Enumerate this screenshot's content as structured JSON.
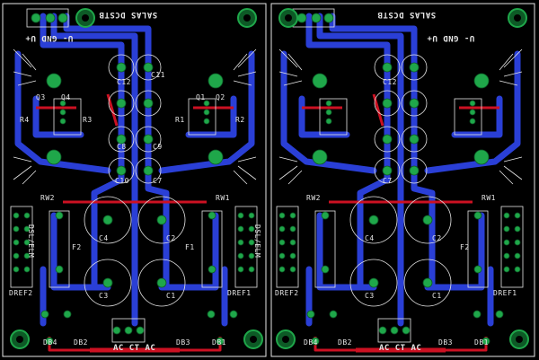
{
  "board": {
    "header_left": {
      "pins": "U- GND U+",
      "silk": "SALAS DCSTB"
    },
    "header_right": {
      "pins": "U- GND U+",
      "silk": "SALAS DCSTB"
    },
    "ac_label_left": "AC CT AC",
    "ac_label_right": "AC CT AC"
  },
  "components": {
    "caps_top": [
      "C12",
      "C11"
    ],
    "caps_mid": [
      "C8",
      "C9"
    ],
    "caps_low": [
      "C10",
      "C7"
    ],
    "big_caps": [
      "C4",
      "C2",
      "C3",
      "C1"
    ],
    "q_left": [
      "Q3",
      "Q4"
    ],
    "q_right": [
      "Q1",
      "Q2"
    ],
    "r_left": [
      "R4",
      "R3"
    ],
    "r_right": [
      "R1",
      "R2"
    ],
    "rw": [
      "RW2",
      "RW1"
    ],
    "fuses": [
      "F2",
      "F1"
    ],
    "conn_left": "DSL/ELM",
    "conn_right": "DSL/ELM",
    "dref": [
      "DREF2",
      "DREF1"
    ],
    "bridge": [
      "DB4",
      "DB2",
      "DB3",
      "DB1"
    ]
  },
  "colors": {
    "background": "#000000",
    "top_copper": "#cc1122",
    "bottom_copper": "#2a3fd6",
    "pads": "#1fa74a",
    "silk": "#e6e6e6"
  }
}
